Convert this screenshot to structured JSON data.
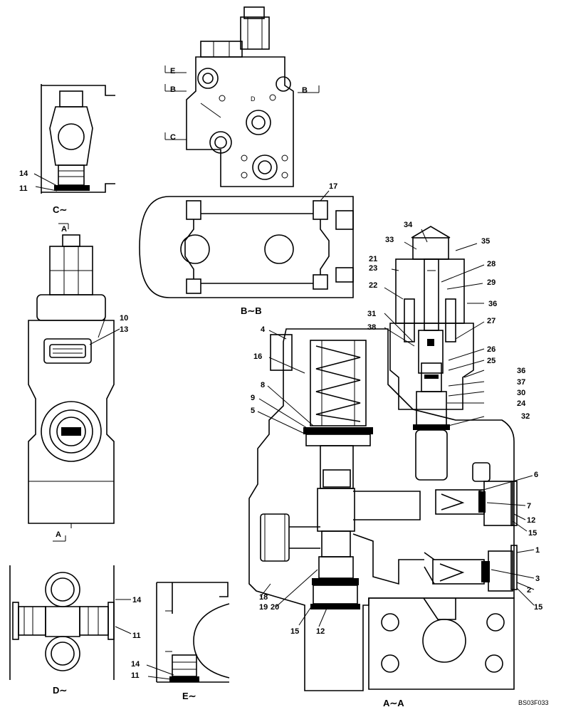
{
  "figure": {
    "code": "BS03F033",
    "views": {
      "top": {
        "caption": "",
        "markers": [
          "E",
          "B",
          "B",
          "C",
          "D"
        ]
      },
      "c": {
        "caption": "C∼"
      },
      "a": {
        "caption_top": "A",
        "caption_bottom": "A"
      },
      "bb": {
        "caption": "B∼B"
      },
      "aa": {
        "caption": "A∼A"
      },
      "d": {
        "caption": "D∼"
      },
      "e": {
        "caption": "E∼"
      }
    },
    "labels": [
      {
        "id": "c14",
        "text": "14"
      },
      {
        "id": "c11",
        "text": "11"
      },
      {
        "id": "a10",
        "text": "10"
      },
      {
        "id": "a13",
        "text": "13"
      },
      {
        "id": "bb17",
        "text": "17"
      },
      {
        "id": "p34",
        "text": "34"
      },
      {
        "id": "p33",
        "text": "33"
      },
      {
        "id": "p35",
        "text": "35"
      },
      {
        "id": "p21",
        "text": "21"
      },
      {
        "id": "p23",
        "text": "23"
      },
      {
        "id": "p28",
        "text": "28"
      },
      {
        "id": "p22",
        "text": "22"
      },
      {
        "id": "p29",
        "text": "29"
      },
      {
        "id": "p36a",
        "text": "36"
      },
      {
        "id": "p4",
        "text": "4"
      },
      {
        "id": "p31",
        "text": "31"
      },
      {
        "id": "p38",
        "text": "38"
      },
      {
        "id": "p27",
        "text": "27"
      },
      {
        "id": "p26",
        "text": "26"
      },
      {
        "id": "p16",
        "text": "16"
      },
      {
        "id": "p25",
        "text": "25"
      },
      {
        "id": "p36b",
        "text": "36"
      },
      {
        "id": "p8",
        "text": "8"
      },
      {
        "id": "p37",
        "text": "37"
      },
      {
        "id": "p30",
        "text": "30"
      },
      {
        "id": "p9",
        "text": "9"
      },
      {
        "id": "p24",
        "text": "24"
      },
      {
        "id": "p5",
        "text": "5"
      },
      {
        "id": "p32",
        "text": "32"
      },
      {
        "id": "p6",
        "text": "6"
      },
      {
        "id": "p7",
        "text": "7"
      },
      {
        "id": "p12a",
        "text": "12"
      },
      {
        "id": "p15a",
        "text": "15"
      },
      {
        "id": "p1",
        "text": "1"
      },
      {
        "id": "p3",
        "text": "3"
      },
      {
        "id": "p2",
        "text": "2"
      },
      {
        "id": "p15b",
        "text": "15"
      },
      {
        "id": "p18",
        "text": "18"
      },
      {
        "id": "p19",
        "text": "19"
      },
      {
        "id": "p20",
        "text": "20"
      },
      {
        "id": "p15c",
        "text": "15"
      },
      {
        "id": "p12b",
        "text": "12"
      },
      {
        "id": "d14",
        "text": "14"
      },
      {
        "id": "d11",
        "text": "11"
      },
      {
        "id": "e14",
        "text": "14"
      },
      {
        "id": "e11",
        "text": "11"
      }
    ]
  }
}
